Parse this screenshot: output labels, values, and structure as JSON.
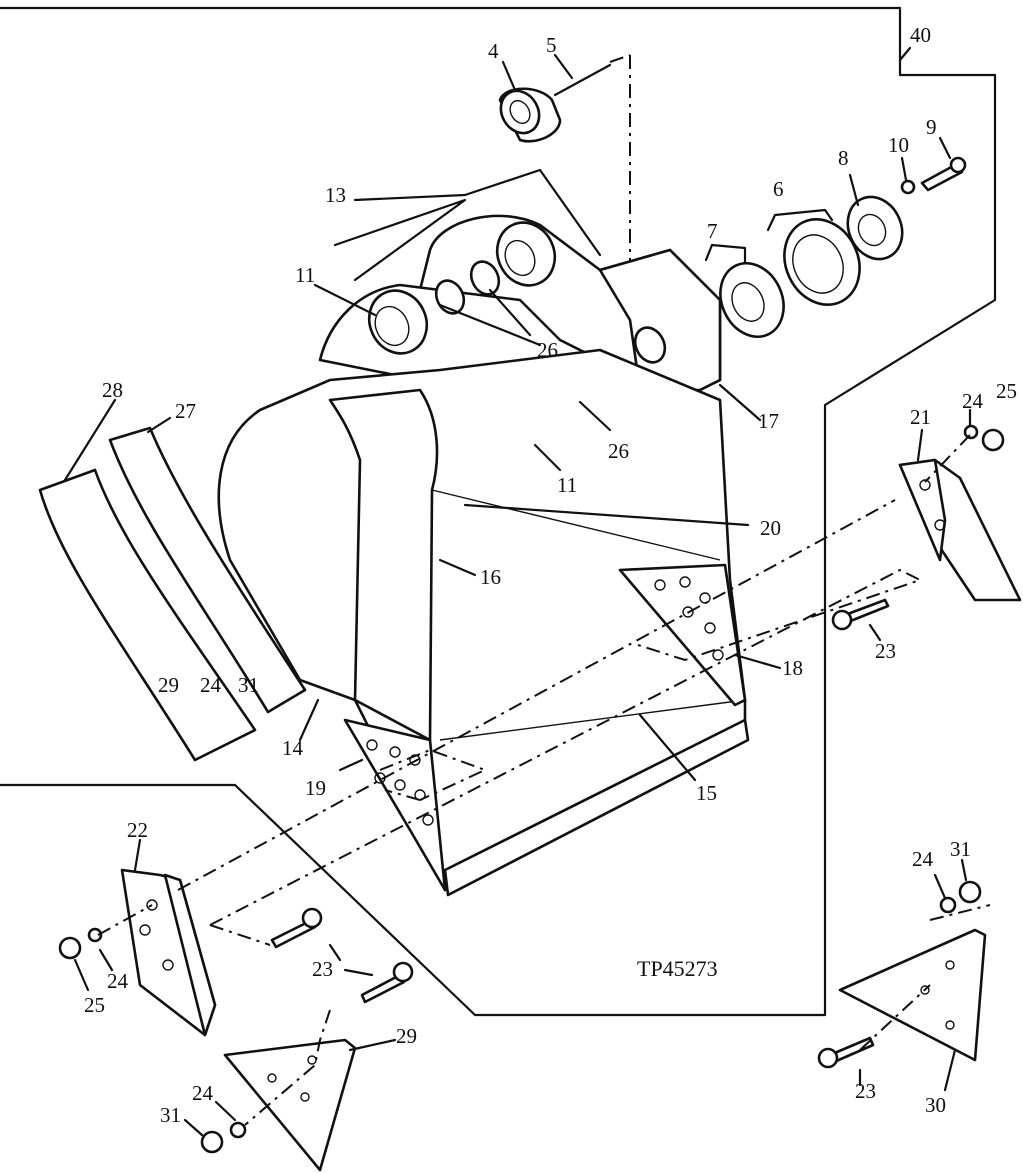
{
  "drawing_ref": "TP45273",
  "callouts": [
    {
      "id": "c40",
      "text": "40"
    },
    {
      "id": "c4",
      "text": "4"
    },
    {
      "id": "c5",
      "text": "5"
    },
    {
      "id": "c9",
      "text": "9"
    },
    {
      "id": "c10",
      "text": "10"
    },
    {
      "id": "c8",
      "text": "8"
    },
    {
      "id": "c6",
      "text": "6"
    },
    {
      "id": "c7",
      "text": "7"
    },
    {
      "id": "c13",
      "text": "13"
    },
    {
      "id": "c11a",
      "text": "11"
    },
    {
      "id": "c26a",
      "text": "26"
    },
    {
      "id": "c26b",
      "text": "26"
    },
    {
      "id": "c11b",
      "text": "11"
    },
    {
      "id": "c17",
      "text": "17"
    },
    {
      "id": "c28",
      "text": "28"
    },
    {
      "id": "c27",
      "text": "27"
    },
    {
      "id": "c20",
      "text": "20"
    },
    {
      "id": "c16",
      "text": "16"
    },
    {
      "id": "c21",
      "text": "21"
    },
    {
      "id": "c24a",
      "text": "24"
    },
    {
      "id": "c25a",
      "text": "25"
    },
    {
      "id": "c23a",
      "text": "23"
    },
    {
      "id": "c18",
      "text": "18"
    },
    {
      "id": "c29a",
      "text": "29"
    },
    {
      "id": "c24b",
      "text": "24"
    },
    {
      "id": "c31a",
      "text": "31"
    },
    {
      "id": "c14",
      "text": "14"
    },
    {
      "id": "c19",
      "text": "19"
    },
    {
      "id": "c15",
      "text": "15"
    },
    {
      "id": "c22",
      "text": "22"
    },
    {
      "id": "c24c",
      "text": "24"
    },
    {
      "id": "c25b",
      "text": "25"
    },
    {
      "id": "c23b",
      "text": "23"
    },
    {
      "id": "c29b",
      "text": "29"
    },
    {
      "id": "c24d",
      "text": "24"
    },
    {
      "id": "c31b",
      "text": "31"
    },
    {
      "id": "c24e",
      "text": "24"
    },
    {
      "id": "c31c",
      "text": "31"
    },
    {
      "id": "c23c",
      "text": "23"
    },
    {
      "id": "c30",
      "text": "30"
    }
  ]
}
